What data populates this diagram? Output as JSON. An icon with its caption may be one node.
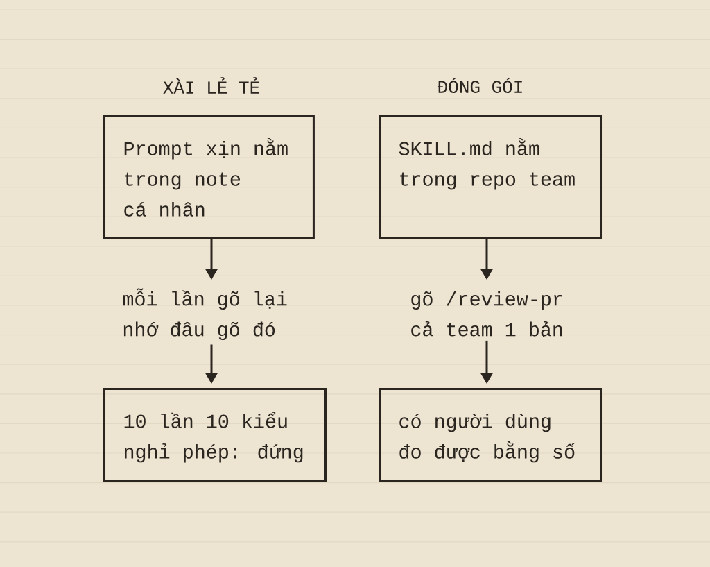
{
  "diagram": {
    "nodes": [
      {
        "text": [
          "Prompt xịn nằm trong note cá nhân"
        ]
      },
      {
        "text": [
          "mỗi lần gõ lại nhớ đâu gõ đó"
        ]
      },
      {
        "text": [
          "10 lần 10 kiểu nghỉ phép: đứng"
        ]
      },
      {
        "text": [
          "SKILL.md nằm trong repo team"
        ]
      },
      {
        "text": [
          "gõ /review-pr cả team 1 bản"
        ]
      },
      {
        "text": [
          "có người dùng đo được bằng số"
        ]
      }
    ],
    "edges": [
      {
        "from": 0,
        "to": 1,
        "arrow": "to"
      },
      {
        "from": 1,
        "to": 2,
        "arrow": "to"
      },
      {
        "from": 3,
        "to": 4,
        "arrow": "to"
      },
      {
        "from": 4,
        "to": 5,
        "arrow": "to"
      }
    ],
    "labels": [
      "XÀI LẺ TẺ",
      "ĐÓNG GÓI"
    ]
  }
}
